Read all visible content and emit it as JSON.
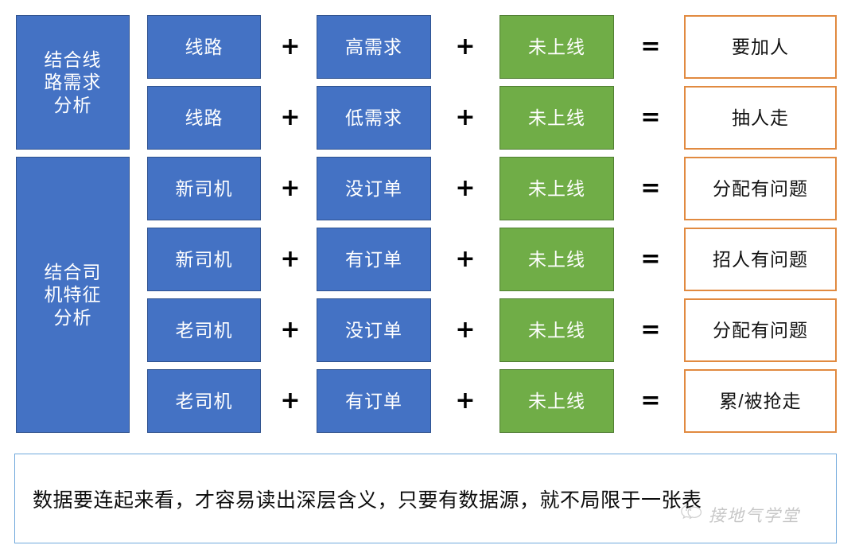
{
  "diagram": {
    "title_groups": [
      {
        "label": "结合线\n路需求\n分析"
      },
      {
        "label": "结合司\n机特征\n分析"
      }
    ],
    "operators": {
      "plus": "+",
      "equals": "="
    },
    "rows": [
      {
        "factor1": "线路",
        "op1": "+",
        "factor2": "高需求",
        "op2": "+",
        "status": "未上线",
        "op3": "=",
        "conclusion": "要加人"
      },
      {
        "factor1": "线路",
        "op1": "+",
        "factor2": "低需求",
        "op2": "+",
        "status": "未上线",
        "op3": "=",
        "conclusion": "抽人走"
      },
      {
        "factor1": "新司机",
        "op1": "+",
        "factor2": "没订单",
        "op2": "+",
        "status": "未上线",
        "op3": "=",
        "conclusion": "分配有问题"
      },
      {
        "factor1": "新司机",
        "op1": "+",
        "factor2": "有订单",
        "op2": "+",
        "status": "未上线",
        "op3": "=",
        "conclusion": "招人有问题"
      },
      {
        "factor1": "老司机",
        "op1": "+",
        "factor2": "没订单",
        "op2": "+",
        "status": "未上线",
        "op3": "=",
        "conclusion": "分配有问题"
      },
      {
        "factor1": "老司机",
        "op1": "+",
        "factor2": "有订单",
        "op2": "+",
        "status": "未上线",
        "op3": "=",
        "conclusion": "累/被抢走"
      }
    ]
  },
  "banner": {
    "text": "数据要连起来看，才容易读出深层含义，只要有数据源，就不局限于一张表"
  },
  "watermark": {
    "icon": "wechat-icon",
    "text": "接地气学堂"
  },
  "colors": {
    "blue_fill": "#4472C4",
    "blue_border": "#2F528F",
    "green_fill": "#70AD47",
    "green_border": "#507E32",
    "orange_border": "#E18A40",
    "banner_border": "#6FA8DC",
    "text_light": "#FFFFFF",
    "text_dark": "#111111"
  }
}
